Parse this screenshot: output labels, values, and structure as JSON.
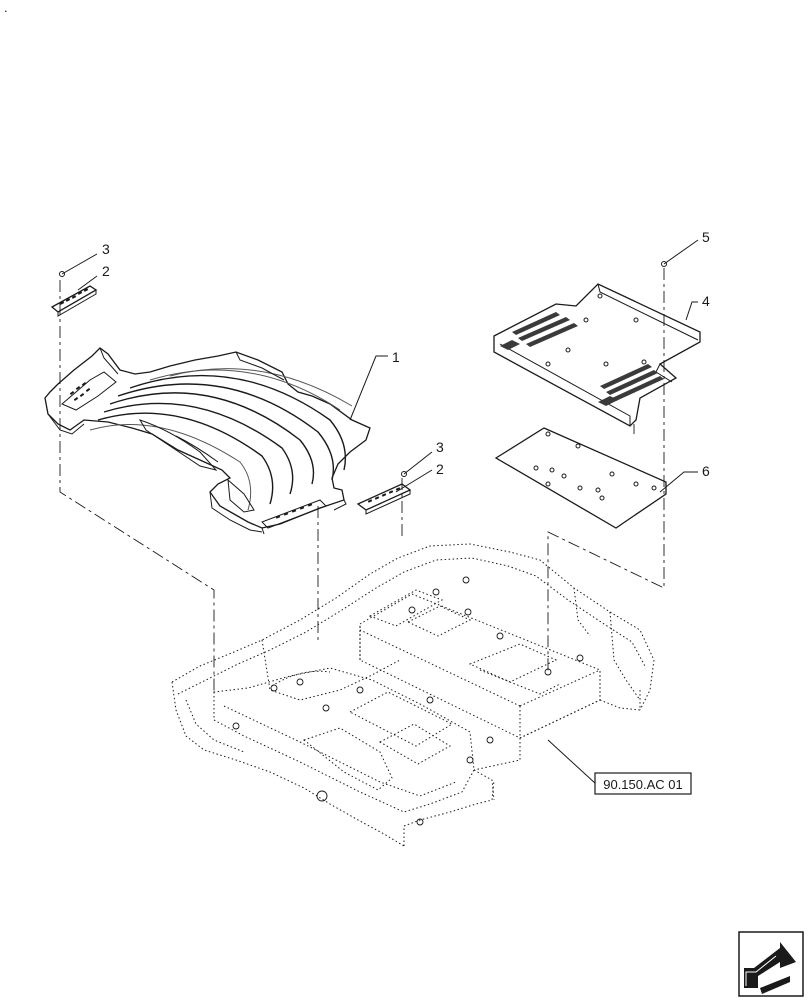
{
  "callouts": [
    {
      "id": "c1",
      "label": "1"
    },
    {
      "id": "c2a",
      "label": "2"
    },
    {
      "id": "c2b",
      "label": "2"
    },
    {
      "id": "c3a",
      "label": "3"
    },
    {
      "id": "c3b",
      "label": "3"
    },
    {
      "id": "c4",
      "label": "4"
    },
    {
      "id": "c5",
      "label": "5"
    },
    {
      "id": "c6",
      "label": "6"
    }
  ],
  "reference": {
    "label": "90.150.AC 01"
  },
  "corner_mark": "."
}
